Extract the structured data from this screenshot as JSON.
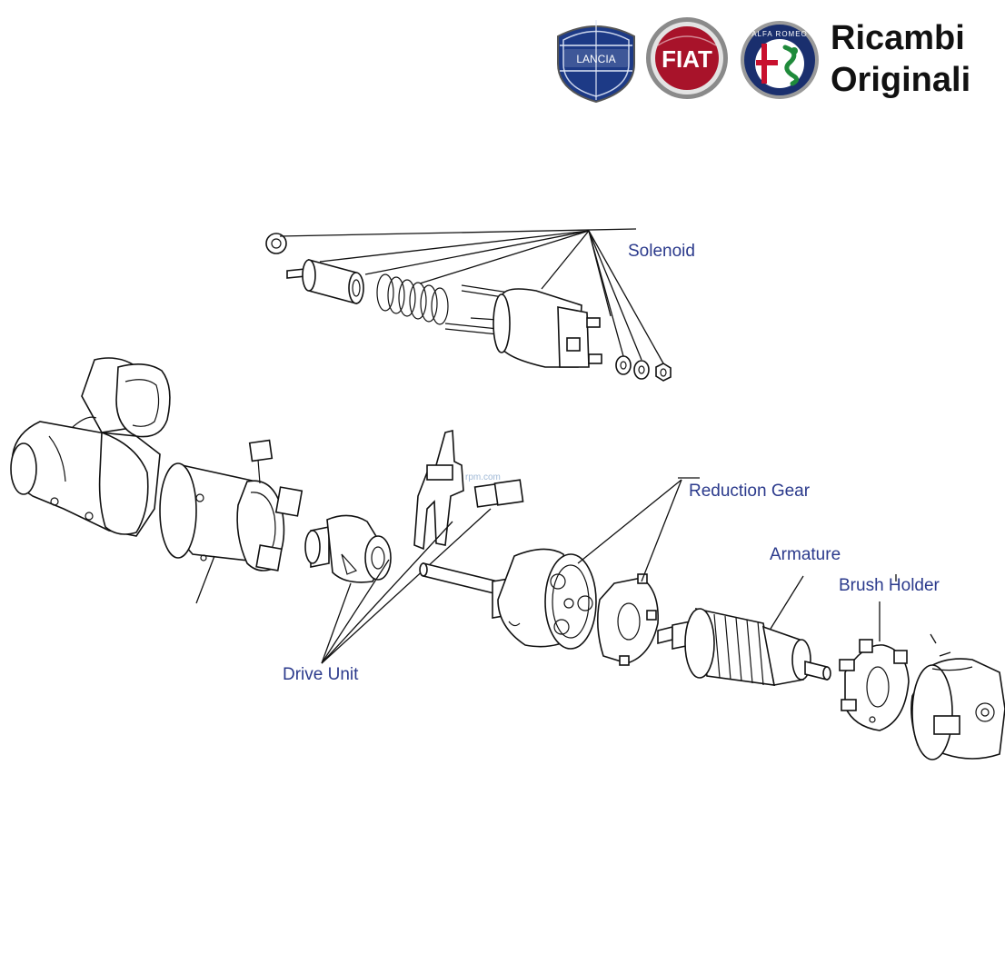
{
  "header": {
    "brand_line1": "Ricambi",
    "brand_line2": "Originali",
    "logos": {
      "lancia": "LANCIA",
      "fiat": "FIAT",
      "alfa_romeo": "ALFA ROMEO"
    }
  },
  "watermark": "rpm.com",
  "labels": {
    "solenoid": "Solenoid",
    "reduction_gear": "Reduction Gear",
    "armature": "Armature",
    "brush_holder": "Brush Holder",
    "drive_unit": "Drive Unit"
  },
  "colors": {
    "label_text": "#2b3a8c",
    "lancia_blue": "#1d3a86",
    "fiat_red": "#a8132a",
    "alfa_blue": "#1a2f6e",
    "alfa_red": "#c8102e",
    "alfa_green": "#1f8a3b",
    "line": "#111111"
  }
}
